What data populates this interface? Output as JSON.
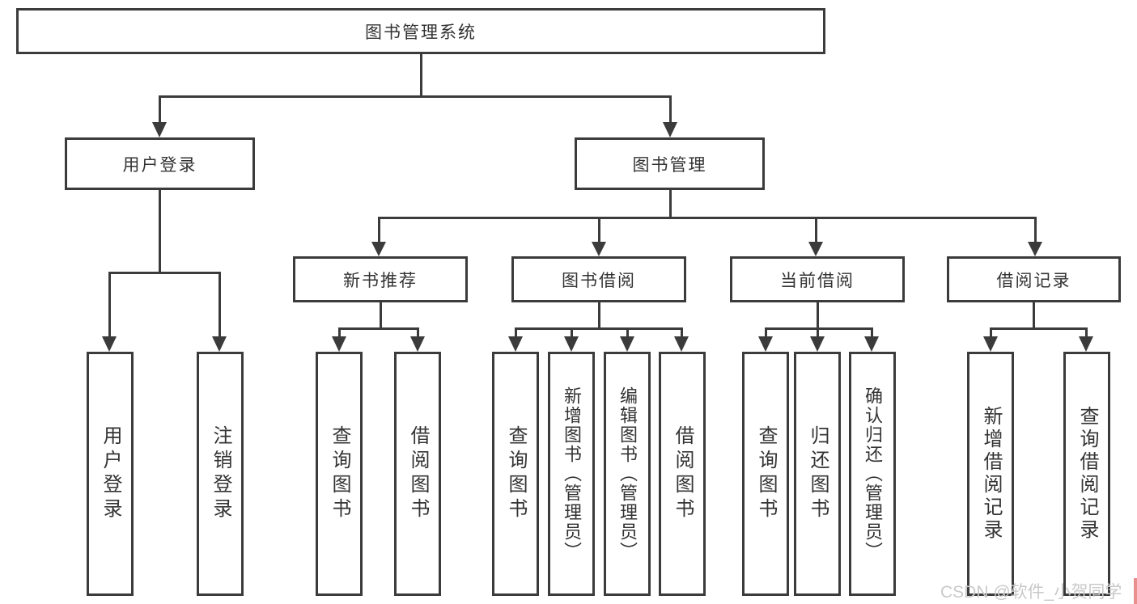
{
  "diagram": {
    "title": "图书管理系统",
    "root": {
      "label": "图书管理系统"
    },
    "level2": [
      {
        "label": "用户登录"
      },
      {
        "label": "图书管理"
      }
    ],
    "level3": [
      {
        "label": "新书推荐",
        "parent": "图书管理"
      },
      {
        "label": "图书借阅",
        "parent": "图书管理"
      },
      {
        "label": "当前借阅",
        "parent": "图书管理"
      },
      {
        "label": "借阅记录",
        "parent": "图书管理"
      }
    ],
    "leaves": [
      {
        "label": "用户登录",
        "parent": "用户登录"
      },
      {
        "label": "注销登录",
        "parent": "用户登录"
      },
      {
        "label": "查询图书",
        "parent": "新书推荐"
      },
      {
        "label": "借阅图书",
        "parent": "新书推荐"
      },
      {
        "label": "查询图书",
        "parent": "图书借阅"
      },
      {
        "label": "新增图书（管理员）",
        "parent": "图书借阅"
      },
      {
        "label": "编辑图书（管理员）",
        "parent": "图书借阅"
      },
      {
        "label": "借阅图书",
        "parent": "图书借阅"
      },
      {
        "label": "查询图书",
        "parent": "当前借阅"
      },
      {
        "label": "归还图书",
        "parent": "当前借阅"
      },
      {
        "label": "确认归还（管理员）",
        "parent": "当前借阅"
      },
      {
        "label": "新增借阅记录",
        "parent": "借阅记录"
      },
      {
        "label": "查询借阅记录",
        "parent": "借阅记录"
      }
    ]
  },
  "watermark": {
    "text": "CSDN @软件_小贺同学"
  },
  "colors": {
    "line": "#3b3b3b",
    "box_border": "#3b3b3b",
    "text": "#333333",
    "watermark": "#c9c9c9",
    "background": "#ffffff"
  }
}
